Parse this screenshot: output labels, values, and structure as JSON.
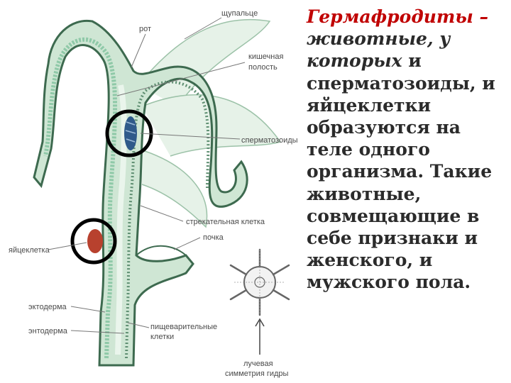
{
  "diagram": {
    "labels": {
      "mouth": "рот",
      "tentacle": "щупальце",
      "gut_cavity_line1": "кишечная",
      "gut_cavity_line2": "полость",
      "sperm": "сперматозоиды",
      "stinging_cell": "стрекательная клетка",
      "bud": "почка",
      "egg": "яйцеклетка",
      "ectoderm": "эктодерма",
      "endoderm": "энтодерма",
      "digestive_line1": "пищеварительные",
      "digestive_line2": "клетки",
      "radial_line1": "лучевая",
      "radial_line2": "симметрия гидры"
    },
    "colors": {
      "body_fill": "#cfe6d4",
      "body_stroke": "#3d6a4f",
      "ectoderm": "#8fc9a8",
      "sperm": "#2f5a8a",
      "egg": "#b8412e",
      "circle": "#000000"
    }
  },
  "text": {
    "term": "Гермафродиты",
    "dash": " – ",
    "part1_italic": "животные, у которых",
    "part2": " и сперматозоиды, и яйцеклетки образуются на теле одного организма. Такие животные, совмещающие в себе признаки и женского, и мужского пола."
  }
}
